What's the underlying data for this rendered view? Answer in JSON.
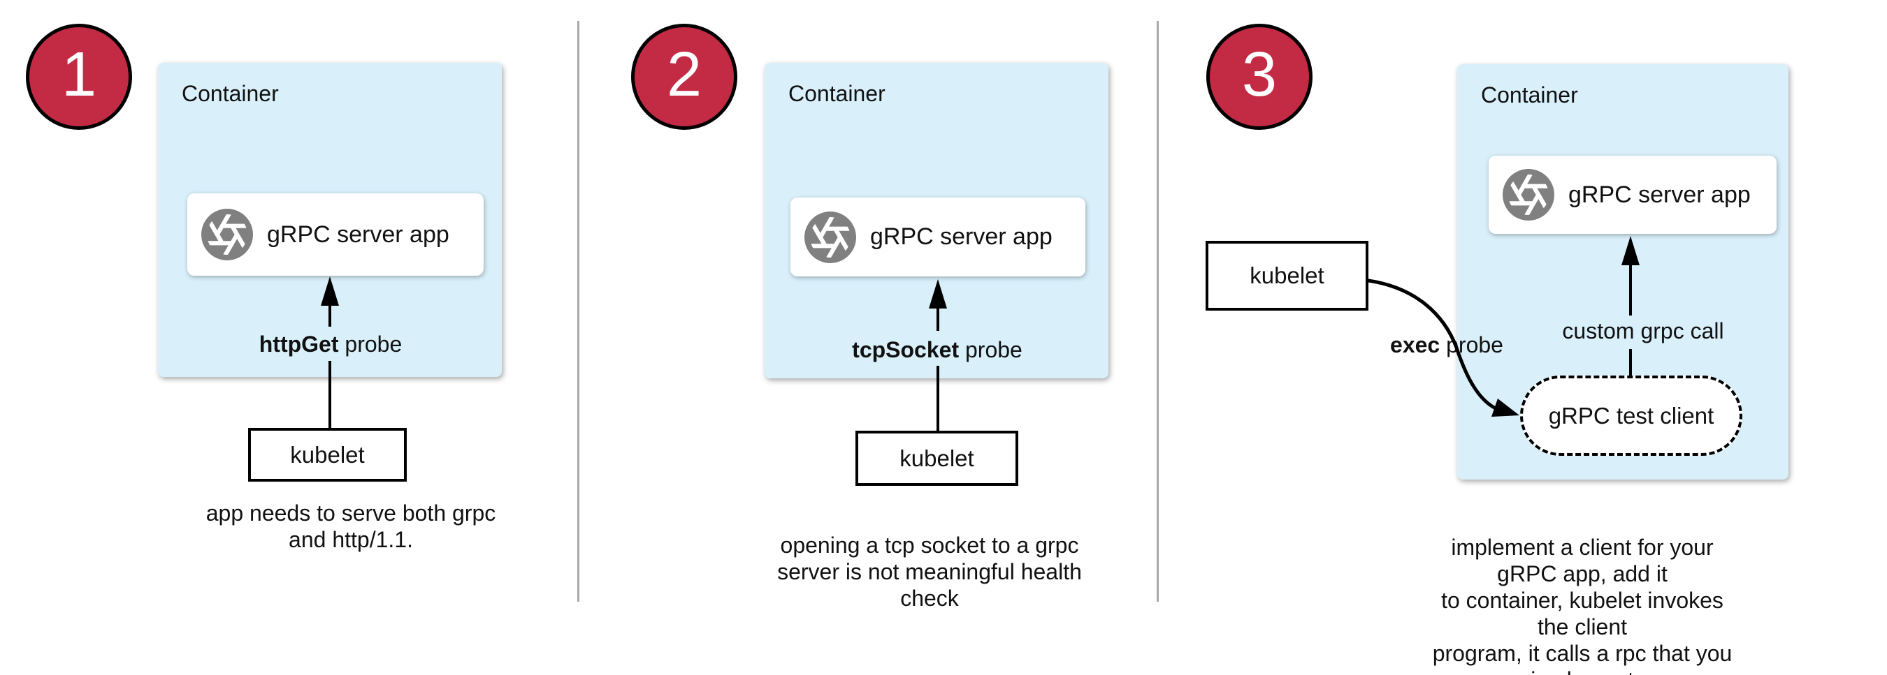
{
  "colors": {
    "badge_red": "#c32b45",
    "container_blue": "#d9f0fb",
    "icon_gray": "#808080",
    "divider_gray": "#a9a9a9",
    "arrow_black": "#000000"
  },
  "icons": {
    "app_icon": "aperture-icon"
  },
  "panels": [
    {
      "badge": "1",
      "container_label": "Container",
      "app_label": "gRPC server app",
      "probe_bold": "httpGet",
      "probe_rest": " probe",
      "kubelet_label": "kubelet",
      "caption": "app needs to serve both grpc\nand http/1.1."
    },
    {
      "badge": "2",
      "container_label": "Container",
      "app_label": "gRPC server app",
      "probe_bold": "tcpSocket",
      "probe_rest": " probe",
      "kubelet_label": "kubelet",
      "caption": "opening a tcp socket to a grpc\nserver is not meaningful health\ncheck"
    },
    {
      "badge": "3",
      "container_label": "Container",
      "app_label": "gRPC server app",
      "exec_bold": "exec",
      "exec_rest": " probe",
      "custom_call_label": "custom grpc call",
      "test_client_label": "gRPC test client",
      "kubelet_label": "kubelet",
      "caption": "implement a client for your gRPC app, add it\nto container, kubelet invokes the client\nprogram, it calls a rpc that you implement"
    }
  ]
}
